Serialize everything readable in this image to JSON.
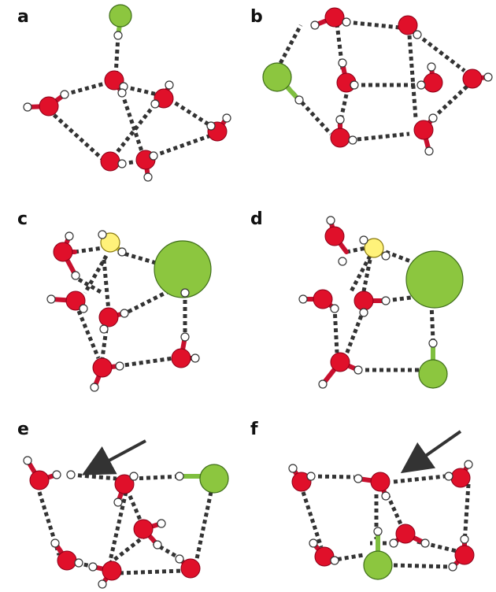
{
  "panels": [
    {
      "label": "a"
    },
    {
      "label": "b"
    },
    {
      "label": "c"
    },
    {
      "label": "d"
    },
    {
      "label": "e"
    },
    {
      "label": "f"
    }
  ],
  "colors": {
    "oxygen": "#e0102a",
    "hydrogen": "#ffffff",
    "ion_green": "#8cc63f",
    "ion_yellow": "#fff27a",
    "hydrogen_bond": "#333333",
    "arrow": "#333333"
  }
}
